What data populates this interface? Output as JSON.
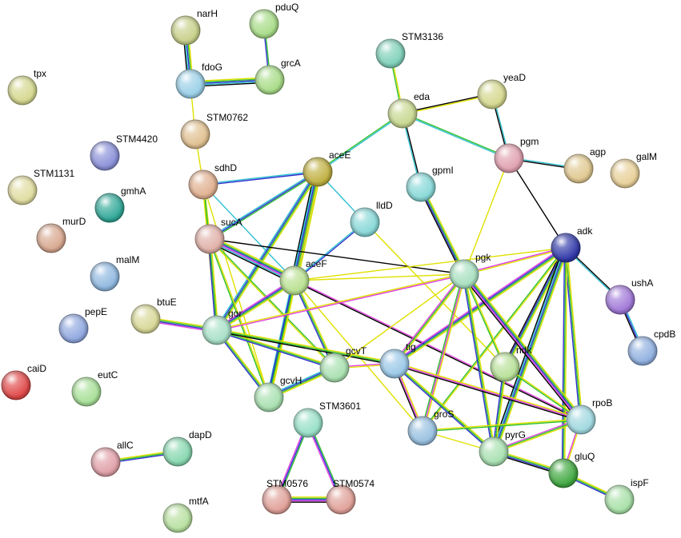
{
  "network": {
    "nodes": [
      {
        "id": "narH",
        "label": "narH",
        "color": "#c8d08a"
      },
      {
        "id": "pduQ",
        "label": "pduQ",
        "color": "#a8dc88"
      },
      {
        "id": "fdoG",
        "label": "fdoG",
        "color": "#9ad0e8"
      },
      {
        "id": "grcA",
        "label": "grcA",
        "color": "#a8dc88"
      },
      {
        "id": "tpx",
        "label": "tpx",
        "color": "#d4d88e"
      },
      {
        "id": "STM0762",
        "label": "STM0762",
        "color": "#e0c090"
      },
      {
        "id": "STM3136",
        "label": "STM3136",
        "color": "#7fd0b8"
      },
      {
        "id": "eda",
        "label": "eda",
        "color": "#c8d890"
      },
      {
        "id": "yeaD",
        "label": "yeaD",
        "color": "#d4d88e"
      },
      {
        "id": "STM4420",
        "label": "STM4420",
        "color": "#8a90d8"
      },
      {
        "id": "sdhD",
        "label": "sdhD",
        "color": "#e0b090"
      },
      {
        "id": "aceE",
        "label": "aceE",
        "color": "#c0b040"
      },
      {
        "id": "pgm",
        "label": "pgm",
        "color": "#e0a0b0"
      },
      {
        "id": "agp",
        "label": "agp",
        "color": "#e0c890"
      },
      {
        "id": "galM",
        "label": "galM",
        "color": "#e8d098"
      },
      {
        "id": "STM1131",
        "label": "STM1131",
        "color": "#e0dca0"
      },
      {
        "id": "gmhA",
        "label": "gmhA",
        "color": "#30a898"
      },
      {
        "id": "gpmI",
        "label": "gpmI",
        "color": "#88d8d8"
      },
      {
        "id": "lldD",
        "label": "lldD",
        "color": "#88d8d8"
      },
      {
        "id": "murD",
        "label": "murD",
        "color": "#d8a890"
      },
      {
        "id": "sucA",
        "label": "sucA",
        "color": "#e0b0a8"
      },
      {
        "id": "adk",
        "label": "adk",
        "color": "#3038a8"
      },
      {
        "id": "malM",
        "label": "malM",
        "color": "#90b8e0"
      },
      {
        "id": "aceF",
        "label": "aceF",
        "color": "#b8e090"
      },
      {
        "id": "pgk",
        "label": "pgk",
        "color": "#a8e0c0"
      },
      {
        "id": "ushA",
        "label": "ushA",
        "color": "#a078d8"
      },
      {
        "id": "btuE",
        "label": "btuE",
        "color": "#d8d898"
      },
      {
        "id": "pepE",
        "label": "pepE",
        "color": "#90a8e0"
      },
      {
        "id": "gor",
        "label": "gor",
        "color": "#a8e0c8"
      },
      {
        "id": "cpdB",
        "label": "cpdB",
        "color": "#90b0e0"
      },
      {
        "id": "tig",
        "label": "tig",
        "color": "#9ac8e8"
      },
      {
        "id": "gcvT",
        "label": "gcvT",
        "color": "#a8e0b0"
      },
      {
        "id": "ndk",
        "label": "ndk",
        "color": "#b8e098"
      },
      {
        "id": "caiD",
        "label": "caiD",
        "color": "#e04848"
      },
      {
        "id": "eutC",
        "label": "eutC",
        "color": "#a8e098"
      },
      {
        "id": "gcvH",
        "label": "gcvH",
        "color": "#a8e0b0"
      },
      {
        "id": "STM3601",
        "label": "STM3601",
        "color": "#98e0c8"
      },
      {
        "id": "rpoB",
        "label": "rpoB",
        "color": "#a0d8e0"
      },
      {
        "id": "groS",
        "label": "groS",
        "color": "#98c0e0"
      },
      {
        "id": "allC",
        "label": "allC",
        "color": "#e0a0a8"
      },
      {
        "id": "dapD",
        "label": "dapD",
        "color": "#88d8b0"
      },
      {
        "id": "pyrG",
        "label": "pyrG",
        "color": "#a8e0b0"
      },
      {
        "id": "gluQ",
        "label": "gluQ",
        "color": "#40a840"
      },
      {
        "id": "STM0576",
        "label": "STM0576",
        "color": "#e0a098"
      },
      {
        "id": "STM0574",
        "label": "STM0574",
        "color": "#e0a098"
      },
      {
        "id": "ispF",
        "label": "ispF",
        "color": "#a8e0a8"
      },
      {
        "id": "mtfA",
        "label": "mtfA",
        "color": "#b8e0a0"
      }
    ],
    "edges": [
      {
        "a": "narH",
        "b": "fdoG",
        "colors": [
          "#e0e000",
          "#30c030",
          "#3030d0",
          "#30c0d0",
          "#000000"
        ]
      },
      {
        "a": "pduQ",
        "b": "grcA",
        "colors": [
          "#30c030",
          "#3030d0"
        ]
      },
      {
        "a": "fdoG",
        "b": "grcA",
        "colors": [
          "#e0e000",
          "#30c030",
          "#3030d0",
          "#30c0d0",
          "#000000"
        ]
      },
      {
        "a": "fdoG",
        "b": "STM0762",
        "colors": [
          "#e0e000"
        ]
      },
      {
        "a": "STM0762",
        "b": "sdhD",
        "colors": [
          "#e0e000"
        ]
      },
      {
        "a": "STM3136",
        "b": "eda",
        "colors": [
          "#e0e000",
          "#30c030"
        ]
      },
      {
        "a": "eda",
        "b": "yeaD",
        "colors": [
          "#000000",
          "#e0e000"
        ]
      },
      {
        "a": "eda",
        "b": "pgm",
        "colors": [
          "#30c030",
          "#30c0d0"
        ]
      },
      {
        "a": "eda",
        "b": "aceE",
        "colors": [
          "#30c0d0",
          "#30c030"
        ]
      },
      {
        "a": "eda",
        "b": "gpmI",
        "colors": [
          "#000000",
          "#30c0d0"
        ]
      },
      {
        "a": "yeaD",
        "b": "pgm",
        "colors": [
          "#30c0d0",
          "#000000"
        ]
      },
      {
        "a": "pgm",
        "b": "agp",
        "colors": [
          "#30c0d0",
          "#000000"
        ]
      },
      {
        "a": "pgm",
        "b": "adk",
        "colors": [
          "#000000"
        ]
      },
      {
        "a": "pgm",
        "b": "pgk",
        "colors": [
          "#e0e000"
        ]
      },
      {
        "a": "sdhD",
        "b": "sucA",
        "colors": [
          "#e0e000",
          "#30c030"
        ]
      },
      {
        "a": "sdhD",
        "b": "aceE",
        "colors": [
          "#30c0d0",
          "#3030d0"
        ]
      },
      {
        "a": "sdhD",
        "b": "aceF",
        "colors": [
          "#30c0d0"
        ]
      },
      {
        "a": "sdhD",
        "b": "gor",
        "colors": [
          "#30c030",
          "#e0e000"
        ]
      },
      {
        "a": "sdhD",
        "b": "gcvH",
        "colors": [
          "#e0e000"
        ]
      },
      {
        "a": "aceE",
        "b": "aceF",
        "colors": [
          "#e0e000",
          "#30c030",
          "#3030d0",
          "#e040e0",
          "#30c0d0",
          "#000000"
        ]
      },
      {
        "a": "aceE",
        "b": "sucA",
        "colors": [
          "#30c030",
          "#3030d0",
          "#30c0d0"
        ]
      },
      {
        "a": "aceE",
        "b": "gor",
        "colors": [
          "#e0e000",
          "#30c030",
          "#3030d0",
          "#30c0d0"
        ]
      },
      {
        "a": "aceE",
        "b": "gcvH",
        "colors": [
          "#e0e000",
          "#30c030",
          "#3030d0",
          "#30c0d0"
        ]
      },
      {
        "a": "aceE",
        "b": "lldD",
        "colors": [
          "#30c0d0"
        ]
      },
      {
        "a": "lldD",
        "b": "aceF",
        "colors": [
          "#3030d0",
          "#30c0d0"
        ]
      },
      {
        "a": "lldD",
        "b": "ndk",
        "colors": [
          "#e0e000"
        ]
      },
      {
        "a": "gpmI",
        "b": "pgk",
        "colors": [
          "#e0e000",
          "#30c030",
          "#3030d0",
          "#000000"
        ]
      },
      {
        "a": "sucA",
        "b": "aceF",
        "colors": [
          "#e0e000",
          "#30c030",
          "#3030d0",
          "#e040e0",
          "#30c0d0",
          "#000000"
        ]
      },
      {
        "a": "sucA",
        "b": "gor",
        "colors": [
          "#e0e000",
          "#30c030",
          "#3030d0"
        ]
      },
      {
        "a": "sucA",
        "b": "gcvH",
        "colors": [
          "#e0e000",
          "#30c030"
        ]
      },
      {
        "a": "sucA",
        "b": "pgk",
        "colors": [
          "#000000"
        ]
      },
      {
        "a": "sucA",
        "b": "gcvT",
        "colors": [
          "#30c030",
          "#e0e000"
        ]
      },
      {
        "a": "aceF",
        "b": "gor",
        "colors": [
          "#e0e000",
          "#30c030",
          "#3030d0",
          "#e040e0"
        ]
      },
      {
        "a": "aceF",
        "b": "gcvH",
        "colors": [
          "#e0e000",
          "#30c030",
          "#3030d0"
        ]
      },
      {
        "a": "aceF",
        "b": "gcvT",
        "colors": [
          "#e0e000",
          "#30c030",
          "#3030d0"
        ]
      },
      {
        "a": "aceF",
        "b": "pgk",
        "colors": [
          "#e0e000"
        ]
      },
      {
        "a": "aceF",
        "b": "adk",
        "colors": [
          "#e0e000"
        ]
      },
      {
        "a": "aceF",
        "b": "rpoB",
        "colors": [
          "#e040e0",
          "#000000"
        ]
      },
      {
        "a": "aceF",
        "b": "groS",
        "colors": [
          "#e0e000"
        ]
      },
      {
        "a": "adk",
        "b": "ushA",
        "colors": [
          "#000000",
          "#30c0d0"
        ]
      },
      {
        "a": "adk",
        "b": "pgk",
        "colors": [
          "#e0e000",
          "#e040e0"
        ]
      },
      {
        "a": "adk",
        "b": "tig",
        "colors": [
          "#e0e000",
          "#30c030",
          "#3030d0",
          "#e040e0"
        ]
      },
      {
        "a": "adk",
        "b": "ndk",
        "colors": [
          "#e0e000",
          "#30c030",
          "#3030d0",
          "#000000"
        ]
      },
      {
        "a": "adk",
        "b": "groS",
        "colors": [
          "#e0e000",
          "#30c030"
        ]
      },
      {
        "a": "adk",
        "b": "pyrG",
        "colors": [
          "#e0e000",
          "#30c030",
          "#3030d0",
          "#30c0d0",
          "#000000"
        ]
      },
      {
        "a": "adk",
        "b": "rpoB",
        "colors": [
          "#e0e000",
          "#30c030",
          "#3030d0"
        ]
      },
      {
        "a": "adk",
        "b": "gluQ",
        "colors": [
          "#e0e000",
          "#30c030",
          "#3030d0"
        ]
      },
      {
        "a": "ushA",
        "b": "cpdB",
        "colors": [
          "#30c0d0",
          "#3030d0",
          "#000000"
        ]
      },
      {
        "a": "btuE",
        "b": "gor",
        "colors": [
          "#e0e000",
          "#30c030",
          "#3030d0",
          "#e040e0"
        ]
      },
      {
        "a": "gor",
        "b": "pgk",
        "colors": [
          "#e0e000",
          "#e040e0"
        ]
      },
      {
        "a": "gor",
        "b": "gcvH",
        "colors": [
          "#e0e000",
          "#30c030",
          "#3030d0"
        ]
      },
      {
        "a": "gor",
        "b": "gcvT",
        "colors": [
          "#e0e000",
          "#30c030",
          "#3030d0"
        ]
      },
      {
        "a": "gor",
        "b": "tig",
        "colors": [
          "#e0e000",
          "#30c030",
          "#000000"
        ]
      },
      {
        "a": "gcvT",
        "b": "gcvH",
        "colors": [
          "#e0e000",
          "#30c030",
          "#3030d0",
          "#30c0d0"
        ]
      },
      {
        "a": "gcvT",
        "b": "tig",
        "colors": [
          "#e040e0",
          "#e0e000"
        ]
      },
      {
        "a": "gcvT",
        "b": "pgk",
        "colors": [
          "#e0e000"
        ]
      },
      {
        "a": "pgk",
        "b": "tig",
        "colors": [
          "#e0e000",
          "#30c030",
          "#e040e0"
        ]
      },
      {
        "a": "pgk",
        "b": "groS",
        "colors": [
          "#e0e000",
          "#e040e0",
          "#30c030"
        ]
      },
      {
        "a": "pgk",
        "b": "pyrG",
        "colors": [
          "#e0e000",
          "#30c030",
          "#3030d0"
        ]
      },
      {
        "a": "pgk",
        "b": "rpoB",
        "colors": [
          "#e0e000",
          "#30c030",
          "#3030d0",
          "#e040e0",
          "#000000"
        ]
      },
      {
        "a": "pgk",
        "b": "ndk",
        "colors": [
          "#e0e000",
          "#30c030"
        ]
      },
      {
        "a": "tig",
        "b": "groS",
        "colors": [
          "#e0e000",
          "#e040e0",
          "#000000"
        ]
      },
      {
        "a": "tig",
        "b": "rpoB",
        "colors": [
          "#e0e000",
          "#e040e0",
          "#000000"
        ]
      },
      {
        "a": "tig",
        "b": "pyrG",
        "colors": [
          "#e0e000",
          "#30c030",
          "#3030d0"
        ]
      },
      {
        "a": "ndk",
        "b": "pyrG",
        "colors": [
          "#e0e000",
          "#30c030",
          "#3030d0"
        ]
      },
      {
        "a": "ndk",
        "b": "rpoB",
        "colors": [
          "#e0e000",
          "#30c030"
        ]
      },
      {
        "a": "groS",
        "b": "rpoB",
        "colors": [
          "#e0e000",
          "#30c030"
        ]
      },
      {
        "a": "groS",
        "b": "pyrG",
        "colors": [
          "#e0e000"
        ]
      },
      {
        "a": "rpoB",
        "b": "pyrG",
        "colors": [
          "#e0e000",
          "#30c030",
          "#e040e0"
        ]
      },
      {
        "a": "rpoB",
        "b": "gluQ",
        "colors": [
          "#e0e000",
          "#e040e0"
        ]
      },
      {
        "a": "pyrG",
        "b": "gluQ",
        "colors": [
          "#e0e000",
          "#30c030",
          "#3030d0",
          "#000000"
        ]
      },
      {
        "a": "gluQ",
        "b": "ispF",
        "colors": [
          "#e0e000",
          "#30c030",
          "#3030d0"
        ]
      },
      {
        "a": "STM3601",
        "b": "STM0576",
        "colors": [
          "#30c030",
          "#3030d0",
          "#e040e0"
        ]
      },
      {
        "a": "STM3601",
        "b": "STM0574",
        "colors": [
          "#30c030",
          "#3030d0",
          "#e040e0"
        ]
      },
      {
        "a": "STM0576",
        "b": "STM0574",
        "colors": [
          "#e0e000",
          "#30c030",
          "#3030d0",
          "#e040e0",
          "#000000"
        ]
      },
      {
        "a": "allC",
        "b": "dapD",
        "colors": [
          "#e0e000",
          "#30c030",
          "#3030d0"
        ]
      }
    ]
  }
}
